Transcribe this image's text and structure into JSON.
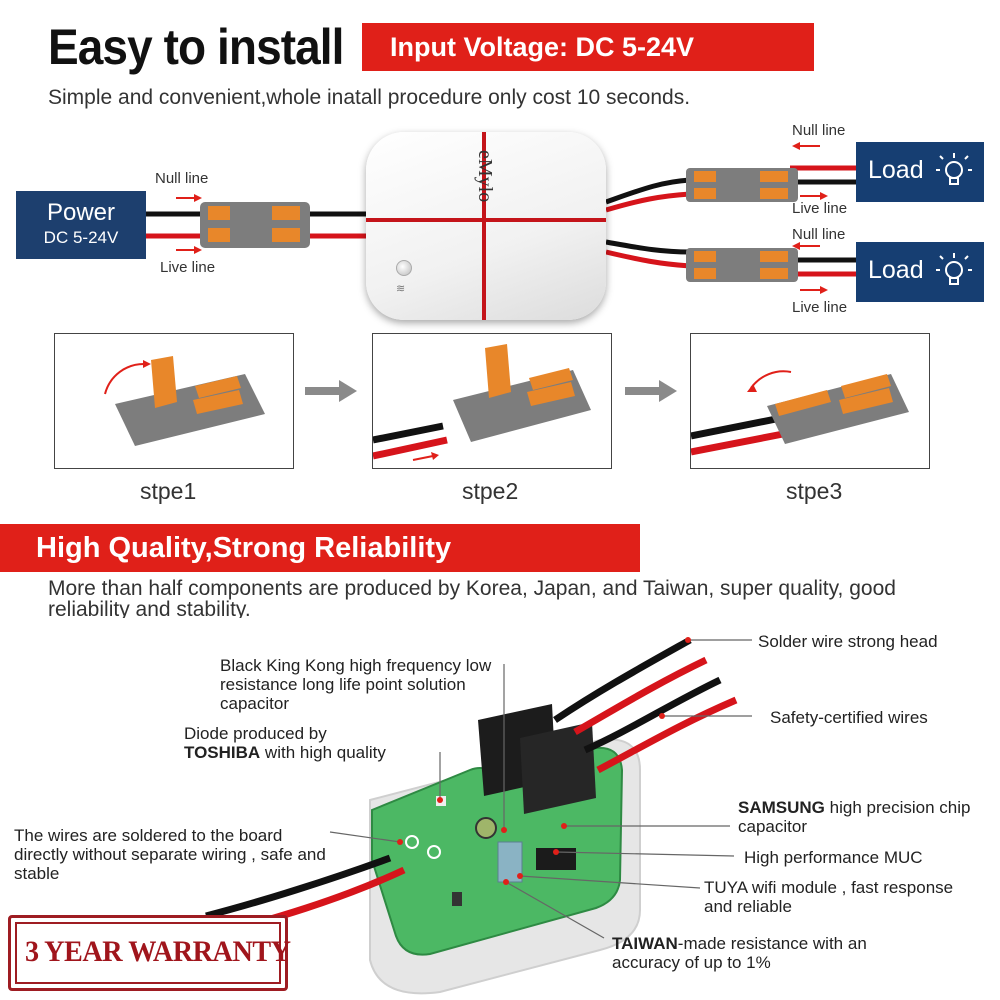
{
  "header": {
    "title": "Easy to install",
    "voltage_banner": "Input Voltage: DC 5-24V",
    "subtitle": "Simple and convenient,whole inatall procedure only cost 10 seconds."
  },
  "wiring": {
    "power_label": "Power",
    "power_voltage": "DC 5-24V",
    "null_line": "Null line",
    "live_line": "Live line",
    "load_label": "Load",
    "device_brand": "eMylo",
    "wire_red": "#d6141b",
    "wire_black": "#111111",
    "accent_red": "#e02019",
    "navy": "#1d3f6e",
    "connector_orange": "#e8872a",
    "connector_gray": "#7d7d7d"
  },
  "steps": [
    {
      "label": "stpe1"
    },
    {
      "label": "stpe2"
    },
    {
      "label": "stpe3"
    }
  ],
  "quality": {
    "banner": "High Quality,Strong Reliability",
    "description": "More than half components are produced by Korea, Japan, and Taiwan, super quality, good reliability and stability."
  },
  "callouts": {
    "capacitor": "Black King Kong high frequency low resistance long life point solution capacitor",
    "diode_pre": "Diode produced by",
    "diode_brand": "TOSHIBA",
    "diode_post": " with high quality",
    "soldered": "The wires are soldered to the board directly without separate wiring , safe and stable",
    "solder_head": "Solder wire strong head",
    "safety_wires": "Safety-certified wires",
    "samsung_brand": "SAMSUNG",
    "samsung_post": " high precision chip capacitor",
    "muc": "High performance MUC",
    "tuya": "TUYA wifi module , fast response and reliable",
    "taiwan_brand": "TAIWAN",
    "taiwan_post": "-made resistance with an accuracy of up to 1%"
  },
  "warranty": {
    "text": "3 YEAR WARRANTY"
  }
}
